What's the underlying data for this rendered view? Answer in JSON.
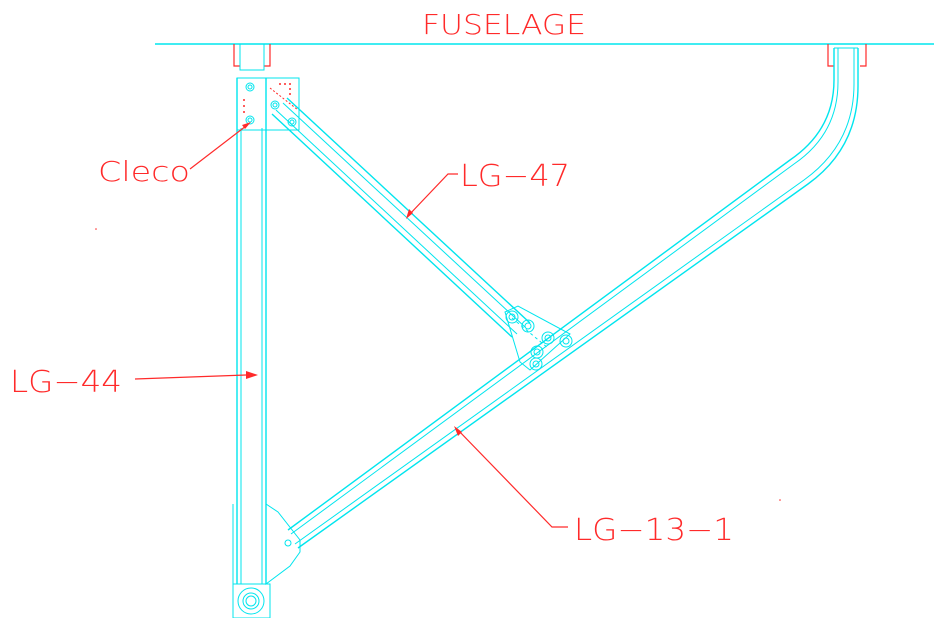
{
  "labels": {
    "fuselage": "FUSELAGE",
    "cleco": "Cleco",
    "lg47": "LG−47",
    "lg44": "LG−44",
    "lg13": "LG−13−1"
  },
  "colors": {
    "structure": "#00e5ee",
    "annotation": "#ff2a2a",
    "background": "#ffffff"
  }
}
